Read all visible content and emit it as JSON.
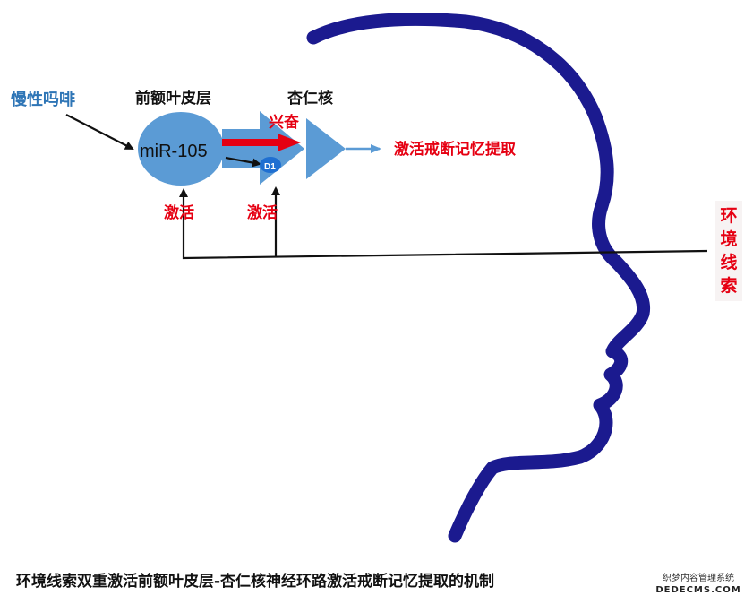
{
  "labels": {
    "chronic_morphine": "慢性吗啡",
    "pfc": "前额叶皮层",
    "amygdala": "杏仁核",
    "mir105": "miR-105",
    "d1": "D1",
    "excite": "兴奋",
    "outcome": "激活戒断记忆提取",
    "activate_left": "激活",
    "activate_right": "激活"
  },
  "env_cue": [
    "环",
    "境",
    "线",
    "索"
  ],
  "caption": "环境线索双重激活前额叶皮层-杏仁核神经环路激活戒断记忆提取的机制",
  "watermark": {
    "line1": "织梦内容管理系统",
    "line2": "DEDECMS.COM"
  },
  "colors": {
    "head_outline": "#1b1a8f",
    "node_fill": "#5b9bd5",
    "label_blue": "#2e75b6",
    "label_red": "#e60012",
    "d1_fill": "#1f6fd1"
  }
}
